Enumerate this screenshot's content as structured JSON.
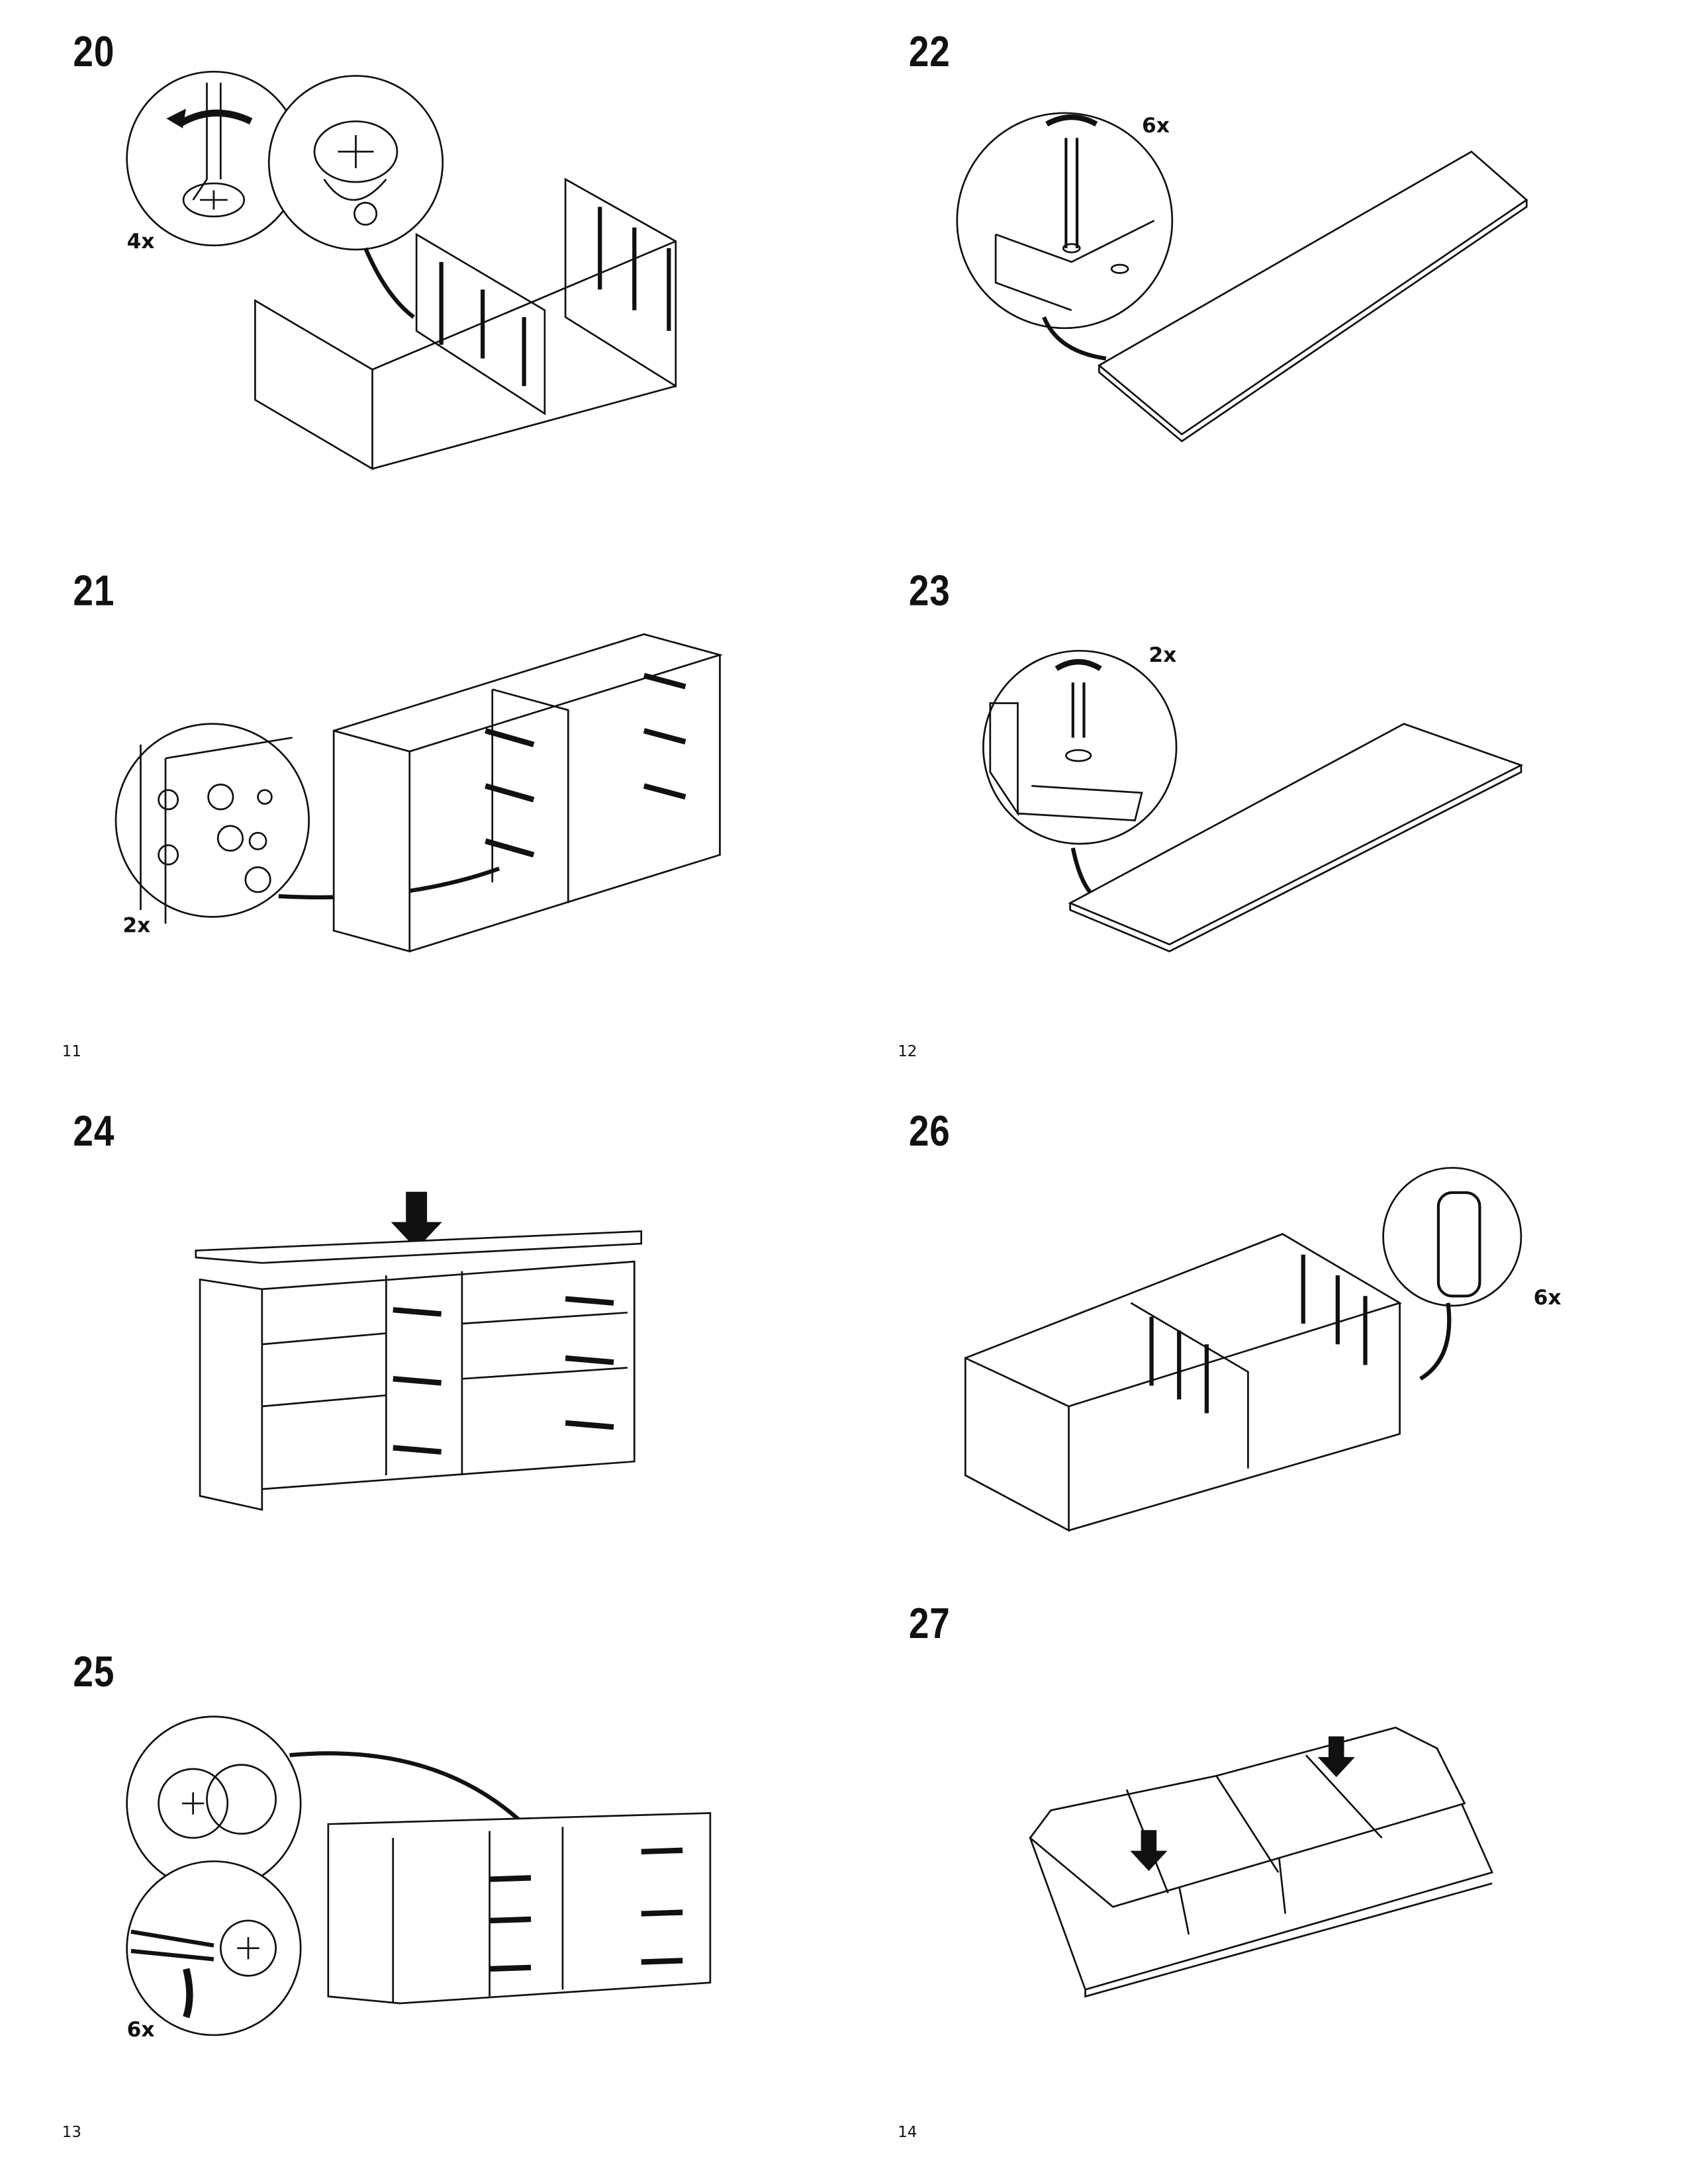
{
  "steps": [
    {
      "number": "20",
      "quantity": "4x"
    },
    {
      "number": "21",
      "quantity": "2x"
    },
    {
      "number": "22",
      "quantity": "6x"
    },
    {
      "number": "23",
      "quantity": "2x"
    },
    {
      "number": "24"
    },
    {
      "number": "25",
      "quantity": "6x"
    },
    {
      "number": "26",
      "quantity": "6x"
    },
    {
      "number": "27"
    }
  ],
  "page_numbers": [
    "11",
    "12",
    "13",
    "14"
  ]
}
